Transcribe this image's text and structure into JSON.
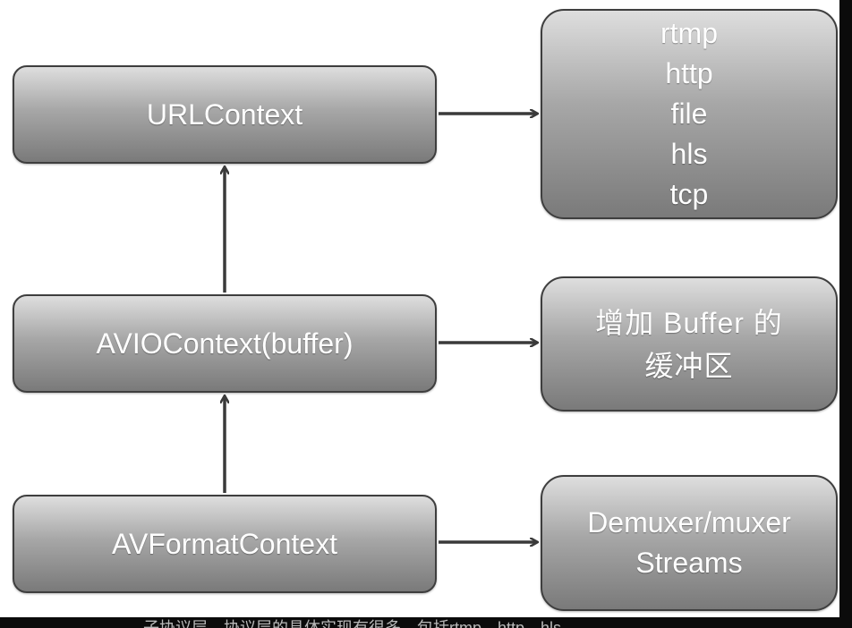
{
  "left_boxes": {
    "url": "URLContext",
    "avio": "AVIOContext(buffer)",
    "format": "AVFormatContext"
  },
  "right_boxes": {
    "protocols": [
      "rtmp",
      "http",
      "file",
      "hls",
      "tcp"
    ],
    "buffer": [
      "增加 Buffer 的",
      "缓冲区"
    ],
    "demux": [
      "Demuxer/muxer",
      "Streams"
    ]
  },
  "caption": "子协议层，协议层的具体实现有很多，包括rtmp、http、hls"
}
